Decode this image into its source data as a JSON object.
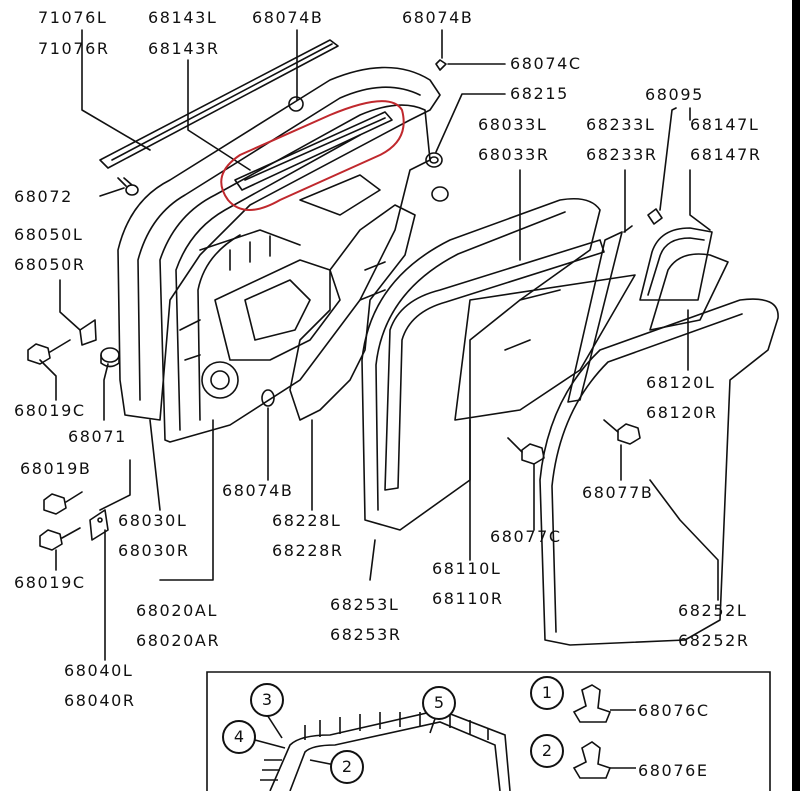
{
  "labels": {
    "p71076": {
      "l": "71076L",
      "r": "71076R"
    },
    "p68143": {
      "l": "68143L",
      "r": "68143R"
    },
    "p68074b_top": "68074B",
    "p68074b_top2": "68074B",
    "p68074c": "68074C",
    "p68215": "68215",
    "p68095": "68095",
    "p68033": {
      "l": "68033L",
      "r": "68033R"
    },
    "p68233": {
      "l": "68233L",
      "r": "68233R"
    },
    "p68147": {
      "l": "68147L",
      "r": "68147R"
    },
    "p68072": "68072",
    "p68050": {
      "l": "68050L",
      "r": "68050R"
    },
    "p68019c_top": "68019C",
    "p68071": "68071",
    "p68019b": "68019B",
    "p68019c_bottom": "68019C",
    "p68030": {
      "l": "68030L",
      "r": "68030R"
    },
    "p68020": {
      "l": "68020AL",
      "r": "68020AR"
    },
    "p68040": {
      "l": "68040L",
      "r": "68040R"
    },
    "p68074b_mid": "68074B",
    "p68228": {
      "l": "68228L",
      "r": "68228R"
    },
    "p68253": {
      "l": "68253L",
      "r": "68253R"
    },
    "p68110": {
      "l": "68110L",
      "r": "68110R"
    },
    "p68077c": "68077C",
    "p68077b": "68077B",
    "p68120": {
      "l": "68120L",
      "r": "68120R"
    },
    "p68252": {
      "l": "68252L",
      "r": "68252R"
    },
    "p68076c": "68076C",
    "p68076e": "68076E"
  },
  "callouts": [
    "1",
    "2",
    "3",
    "4",
    "5",
    "2"
  ],
  "colors": {
    "line": "#111111",
    "highlight": "#c0282d",
    "background": "#ffffff"
  }
}
